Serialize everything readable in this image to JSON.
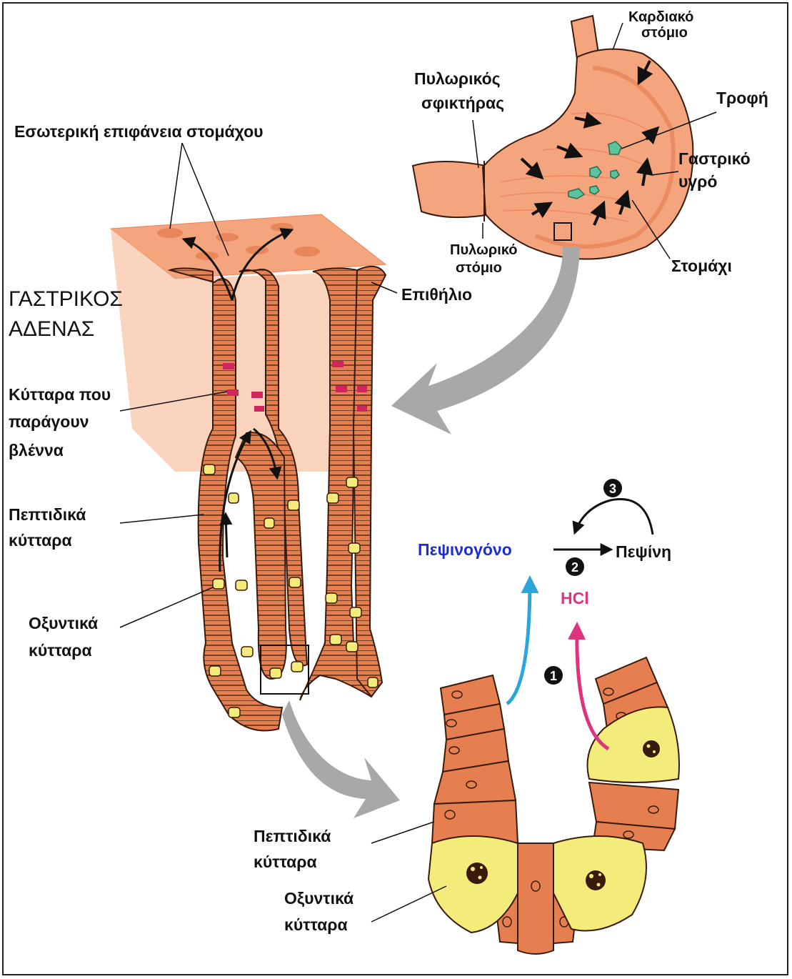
{
  "labels": {
    "cardiac_orifice": [
      "Καρδιακό",
      "στόμιο"
    ],
    "pyloric_sphincter": [
      "Πυλωρικός",
      "σφικτήρας"
    ],
    "food": "Τροφή",
    "gastric_juice": [
      "Γαστρικό",
      "υγρό"
    ],
    "inner_surface": "Εσωτερική επιφάνεια στομάχου",
    "pyloric_orifice": [
      "Πυλωρικό",
      "στόμιο"
    ],
    "stomach": "Στομάχι",
    "epithelium": "Επιθήλιο",
    "gastric_gland": [
      "ΓΑΣΤΡΙΚΟΣ",
      "ΑΔΕΝΑΣ"
    ],
    "mucus_cells": [
      "Κύτταρα που",
      "παράγουν",
      "βλέννα"
    ],
    "chief_cells_top": [
      "Πεπτιδικά",
      "κύτταρα"
    ],
    "parietal_cells_top": [
      "Οξυντικά",
      "κύτταρα"
    ],
    "pepsinogen": "Πεψινογόνο",
    "pepsin": "Πεψίνη",
    "hcl": "HCl",
    "chief_cells_bottom": [
      "Πεπτιδικά",
      "κύτταρα"
    ],
    "parietal_cells_bottom": [
      "Οξυντικά",
      "κύτταρα"
    ],
    "step1": "1",
    "step2": "2",
    "step3": "3"
  },
  "colors": {
    "tissue": "#F4A57E",
    "tissue_dark": "#E8855A",
    "cell_orange": "#E67F4F",
    "cell_yellow": "#F3EC7B",
    "mucus_cell": "#D2245E",
    "food_green": "#5CC49C",
    "arrow_gray": "#A8A8A8",
    "pepsinogen_blue": "#1E2CD8",
    "blue_arrow": "#2BA6DA",
    "hcl_pink": "#E0337E"
  }
}
